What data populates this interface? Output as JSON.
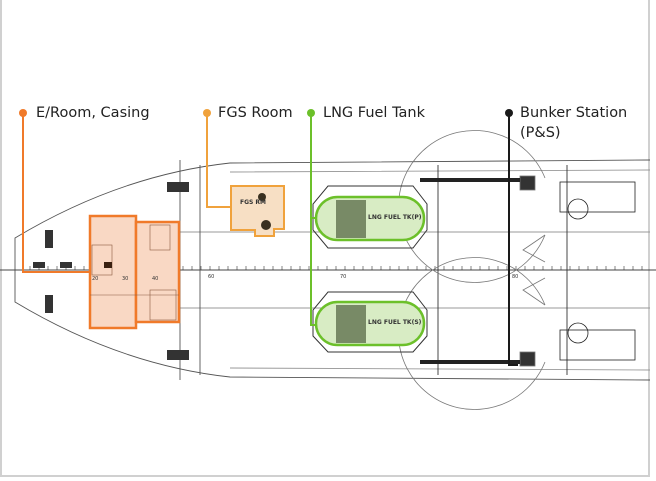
{
  "callouts": [
    {
      "label": "E/Room, Casing",
      "color": "#f07a2a"
    },
    {
      "label": "FGS Room",
      "color": "#f0a23c"
    },
    {
      "label": "LNG Fuel Tank",
      "color": "#6cc02a"
    },
    {
      "label": "Bunker Station",
      "label2": "(P&S)",
      "color": "#1a1a1a"
    }
  ],
  "drawing": {
    "fgs_room": "FGS RM",
    "tank_port": "LNG FUEL TK(P)",
    "tank_stbd": "LNG FUEL TK(S)",
    "frames": [
      "20",
      "30",
      "40",
      "60",
      "70",
      "80"
    ]
  }
}
